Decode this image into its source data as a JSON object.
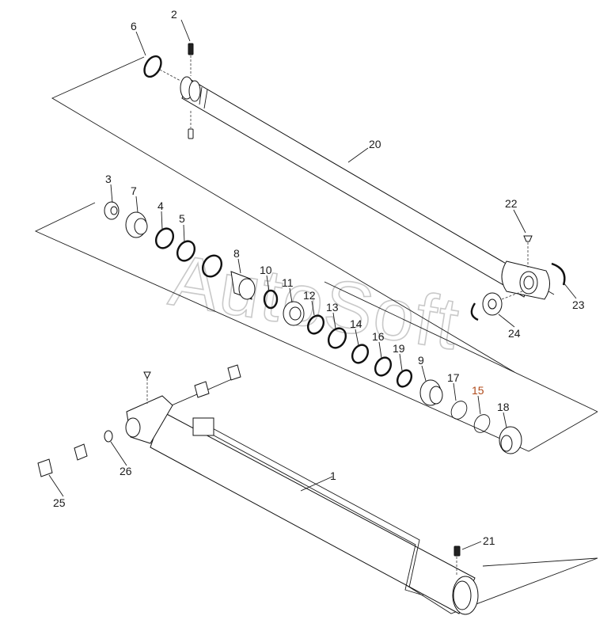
{
  "watermark": "AutoSoft",
  "callouts": [
    {
      "id": "c2",
      "text": "2"
    },
    {
      "id": "c6",
      "text": "6"
    },
    {
      "id": "c20",
      "text": "20"
    },
    {
      "id": "c3",
      "text": "3"
    },
    {
      "id": "c7",
      "text": "7"
    },
    {
      "id": "c4",
      "text": "4"
    },
    {
      "id": "c5",
      "text": "5"
    },
    {
      "id": "c8",
      "text": "8"
    },
    {
      "id": "c10",
      "text": "10"
    },
    {
      "id": "c11",
      "text": "11"
    },
    {
      "id": "c12",
      "text": "12"
    },
    {
      "id": "c13",
      "text": "13"
    },
    {
      "id": "c14",
      "text": "14"
    },
    {
      "id": "c16",
      "text": "16"
    },
    {
      "id": "c19",
      "text": "19"
    },
    {
      "id": "c9",
      "text": "9"
    },
    {
      "id": "c17",
      "text": "17"
    },
    {
      "id": "c15",
      "text": "15"
    },
    {
      "id": "c18",
      "text": "18"
    },
    {
      "id": "c22",
      "text": "22"
    },
    {
      "id": "c23",
      "text": "23"
    },
    {
      "id": "c24",
      "text": "24"
    },
    {
      "id": "c1",
      "text": "1"
    },
    {
      "id": "c21",
      "text": "21"
    },
    {
      "id": "c25",
      "text": "25"
    },
    {
      "id": "c26",
      "text": "26"
    }
  ]
}
